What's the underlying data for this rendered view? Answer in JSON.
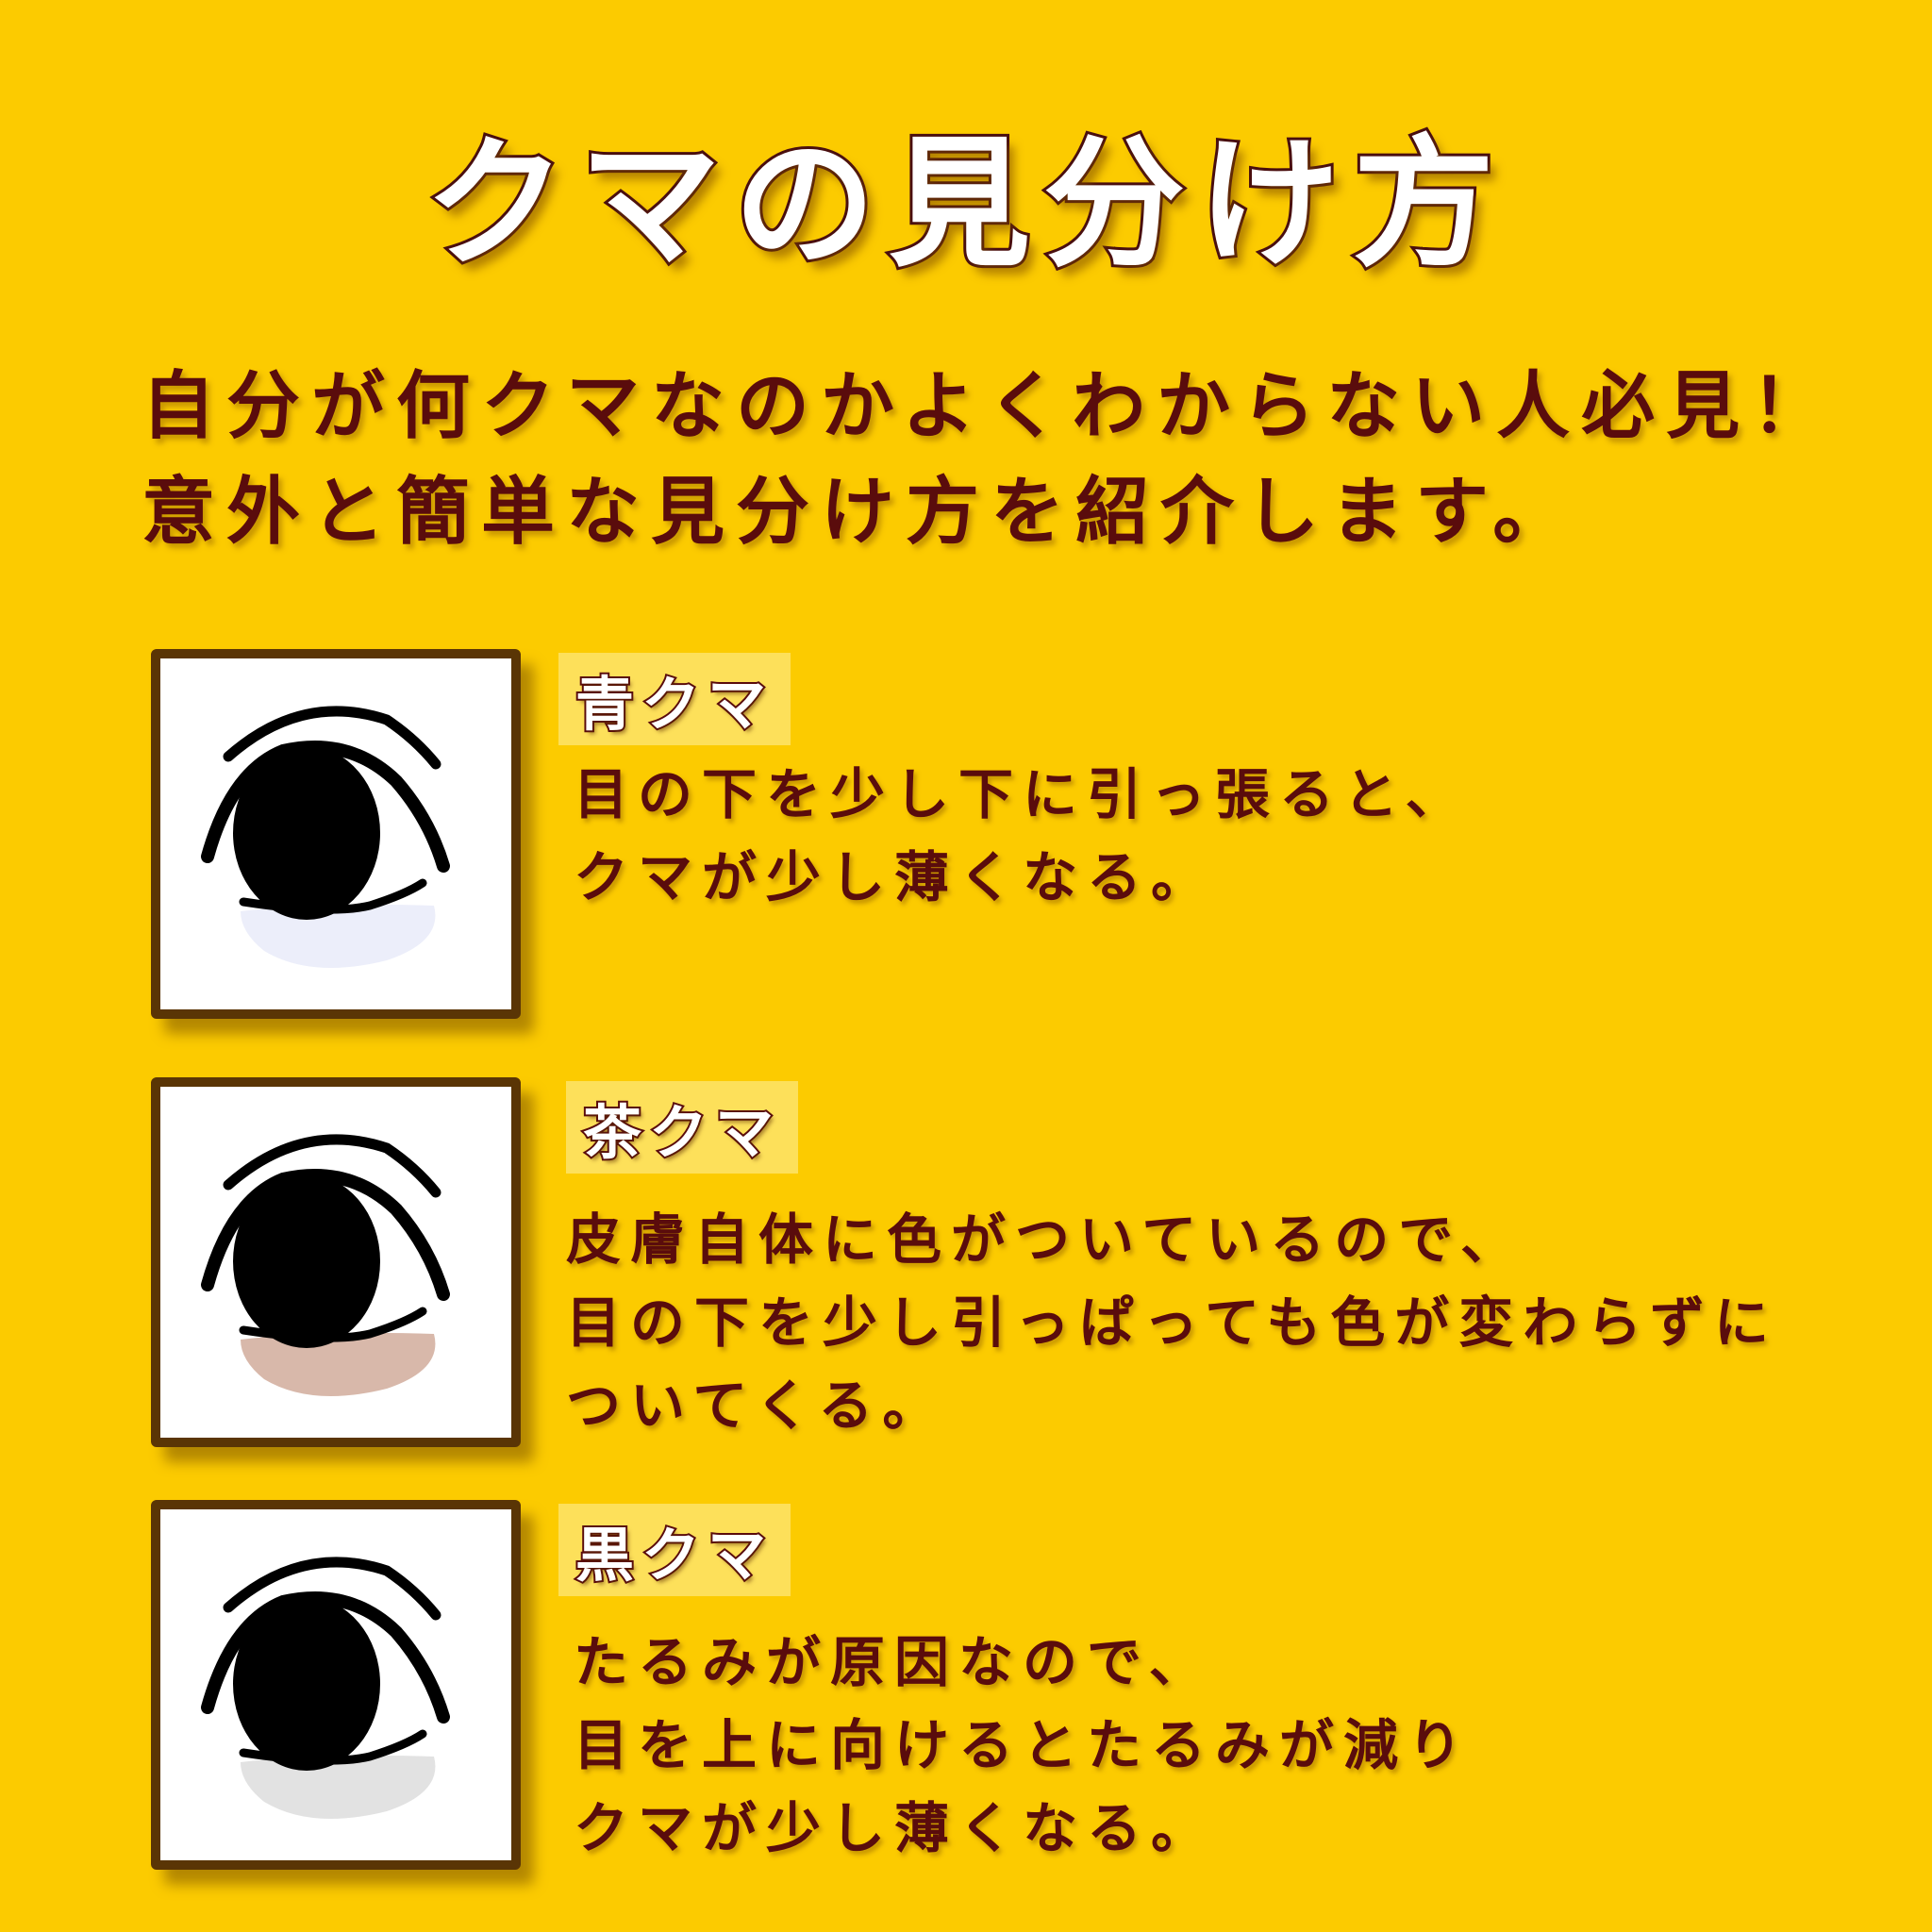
{
  "title": "クマの見分け方",
  "intro": [
    "自分が何クマなのかよくわからない人必見！",
    "意外と簡単な見分け方を紹介します。"
  ],
  "items": [
    {
      "label": "青クマ",
      "bag_color": "#eceefa",
      "lines": [
        "目の下を少し下に引っ張ると、",
        "クマが少し薄くなる。"
      ]
    },
    {
      "label": "茶クマ",
      "bag_color": "#d8b8aa",
      "lines": [
        "皮膚自体に色がついているので、",
        "目の下を少し引っぱっても色が変わらずに",
        "ついてくる。"
      ]
    },
    {
      "label": "黒クマ",
      "bag_color": "#e2e2e2",
      "lines": [
        "たるみが原因なので、",
        "目を上に向けるとたるみが減り",
        "クマが少し薄くなる。"
      ]
    }
  ],
  "colors": {
    "background": "#fccb00",
    "text": "#5a0c0c",
    "frame": "#5a3505"
  }
}
